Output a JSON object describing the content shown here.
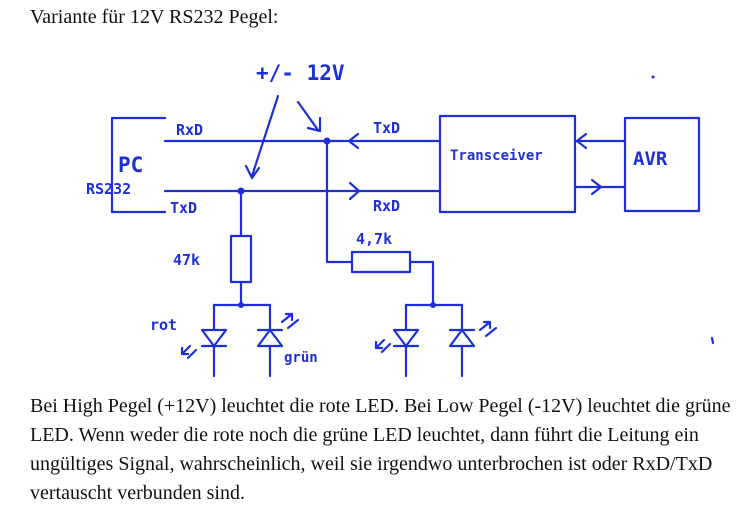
{
  "title": "Variante für 12V RS232 Pegel:",
  "diagram": {
    "voltage_label": "+/- 12V",
    "pc_label": "PC",
    "rs232_label": "RS232",
    "pc_rxd": "RxD",
    "pc_txd": "TxD",
    "transceiver_txd": "TxD",
    "transceiver_rxd": "RxD",
    "transceiver_label": "Transceiver",
    "avr_label": "AVR",
    "resistor_left": "47k",
    "resistor_right": "4,7k",
    "led_red_label": "rot",
    "led_green_label": "grün",
    "ink_color": "#1f2fd6"
  },
  "caption": "Bei High Pegel (+12V) leuchtet die rote LED. Bei Low Pegel (-12V) leuchtet die grüne LED. Wenn weder die rote noch die grüne LED leuchtet, dann führt die Leitung ein ungültiges Signal, wahrscheinlich, weil sie irgendwo unterbrochen ist oder RxD/TxD vertauscht verbunden sind."
}
